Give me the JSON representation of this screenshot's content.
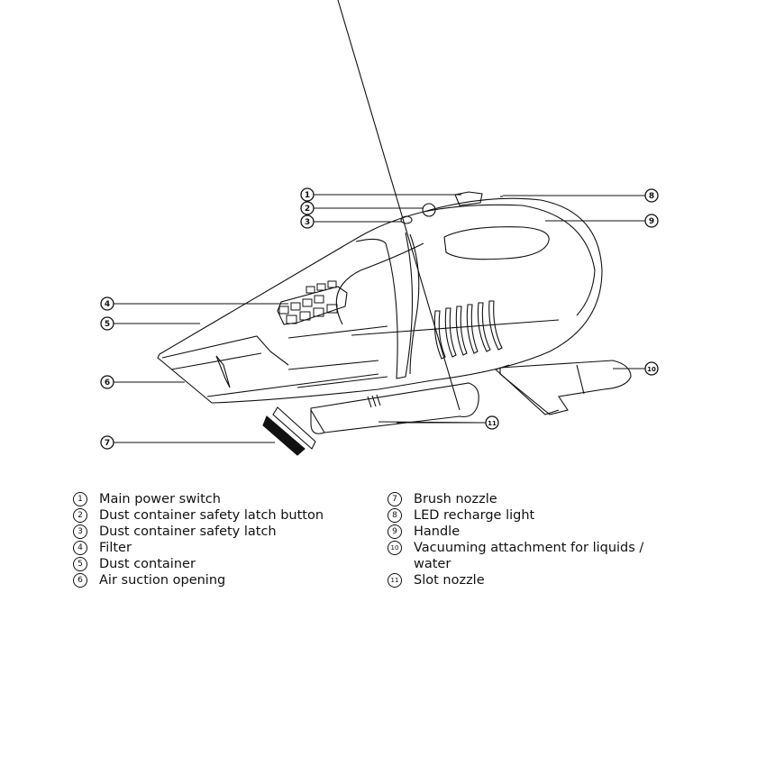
{
  "callouts": [
    {
      "num": "1",
      "label": "Main power switch"
    },
    {
      "num": "2",
      "label": "Dust container safety latch button"
    },
    {
      "num": "3",
      "label": "Dust container safety latch"
    },
    {
      "num": "4",
      "label": "Filter"
    },
    {
      "num": "5",
      "label": "Dust container"
    },
    {
      "num": "6",
      "label": "Air suction opening"
    },
    {
      "num": "7",
      "label": "Brush nozzle"
    },
    {
      "num": "8",
      "label": "LED recharge light"
    },
    {
      "num": "9",
      "label": "Handle"
    },
    {
      "num": "10",
      "label": "Vacuuming attachment for liquids /",
      "label2": "water"
    },
    {
      "num": "11",
      "label": "Slot nozzle"
    }
  ]
}
